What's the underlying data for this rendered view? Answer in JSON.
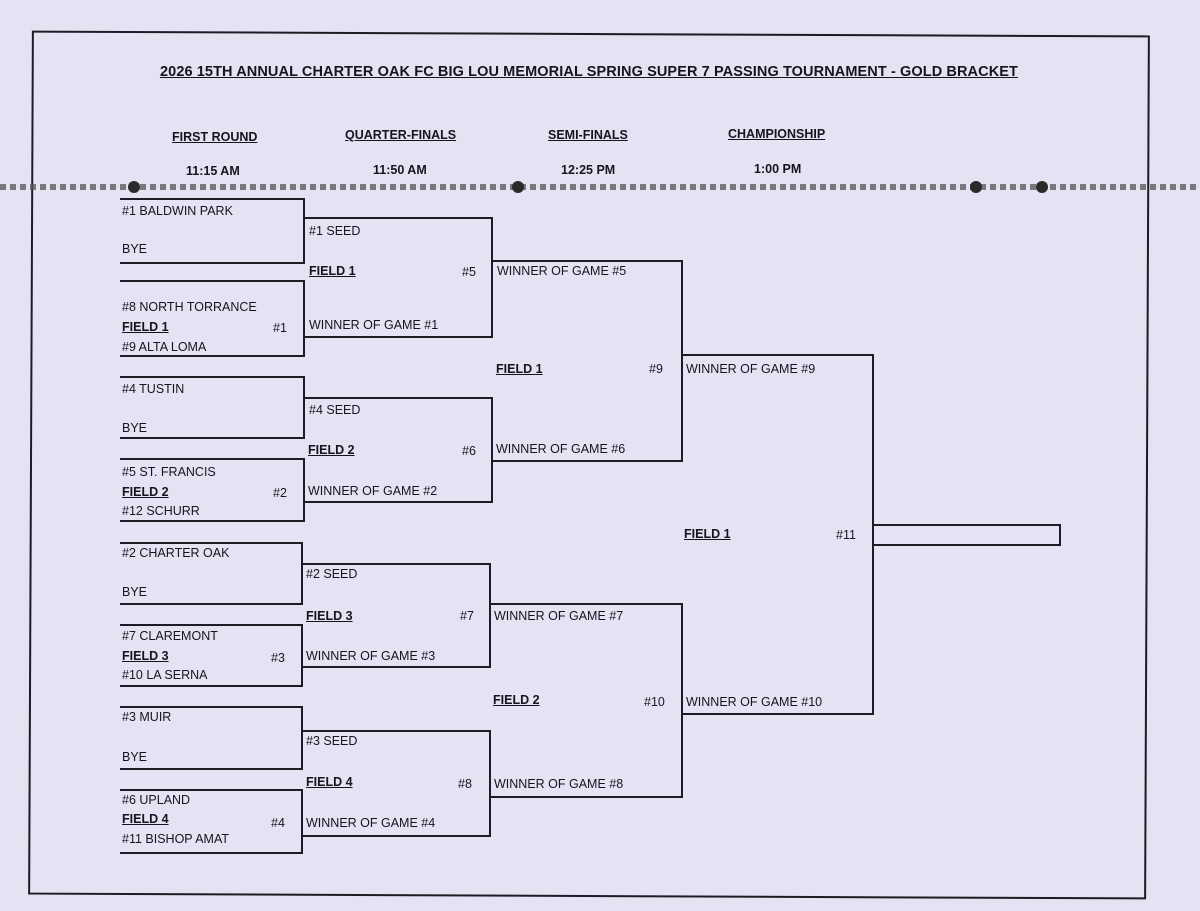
{
  "title": "2026 15TH ANNUAL CHARTER OAK FC BIG LOU MEMORIAL SPRING SUPER 7 PASSING TOURNAMENT - GOLD BRACKET",
  "rounds": [
    {
      "name": "FIRST ROUND",
      "time": "11:15 AM"
    },
    {
      "name": "QUARTER-FINALS",
      "time": "11:50 AM"
    },
    {
      "name": "SEMI-FINALS",
      "time": "12:25 PM"
    },
    {
      "name": "CHAMPIONSHIP",
      "time": "1:00 PM"
    }
  ],
  "first_round": [
    {
      "top": "#1 BALDWIN PARK",
      "bottom": "BYE"
    },
    {
      "top": "#8 NORTH TORRANCE",
      "field": "FIELD 1",
      "game": "#1",
      "bottom": "#9 ALTA LOMA"
    },
    {
      "top": "#4 TUSTIN",
      "bottom": "BYE"
    },
    {
      "top": "#5 ST. FRANCIS",
      "field": "FIELD 2",
      "game": "#2",
      "bottom": "#12 SCHURR"
    },
    {
      "top": "#2 CHARTER OAK",
      "bottom": "BYE"
    },
    {
      "top": "#7 CLAREMONT",
      "field": "FIELD 3",
      "game": "#3",
      "bottom": "#10 LA SERNA"
    },
    {
      "top": "#3 MUIR",
      "bottom": "BYE"
    },
    {
      "top": "#6 UPLAND",
      "field": "FIELD 4",
      "game": "#4",
      "bottom": "#11 BISHOP AMAT"
    }
  ],
  "quarter_finals": [
    {
      "top": "#1 SEED",
      "field": "FIELD 1",
      "game": "#5",
      "bottom": "WINNER OF GAME #1"
    },
    {
      "top": "#4 SEED",
      "field": "FIELD 2",
      "game": "#6",
      "bottom": "WINNER OF GAME #2"
    },
    {
      "top": "#2 SEED",
      "field": "FIELD 3",
      "game": "#7",
      "bottom": "WINNER OF GAME #3"
    },
    {
      "top": "#3 SEED",
      "field": "FIELD 4",
      "game": "#8",
      "bottom": "WINNER OF GAME #4"
    }
  ],
  "semi_finals": [
    {
      "top": "WINNER OF GAME #5",
      "field": "FIELD 1",
      "game": "#9",
      "bottom": "WINNER OF GAME #6"
    },
    {
      "top": "WINNER OF GAME #7",
      "field": "FIELD 2",
      "game": "#10",
      "bottom": "WINNER OF GAME #8"
    }
  ],
  "championship": {
    "top": "WINNER OF GAME #9",
    "field": "FIELD 1",
    "game": "#11",
    "bottom": "WINNER OF GAME #10"
  }
}
